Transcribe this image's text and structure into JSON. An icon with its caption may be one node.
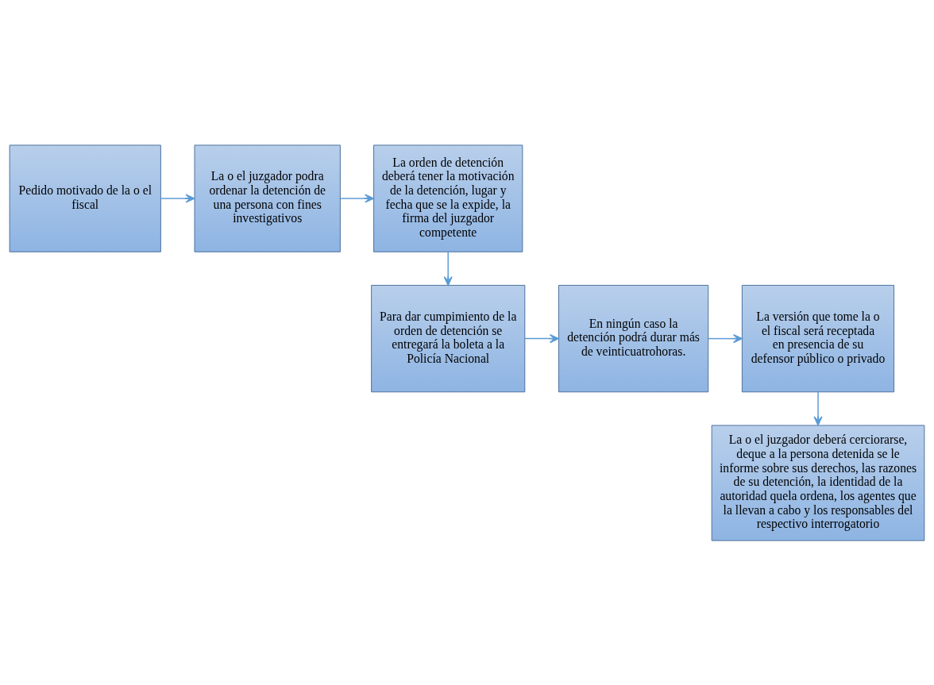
{
  "diagram": {
    "nodes": [
      {
        "text": [
          "Pedido motivado de la o el fiscal"
        ]
      },
      {
        "text": [
          "La o el juzgador podra ordenar la detención de una persona con fines investigativos"
        ]
      },
      {
        "text": [
          "La orden de detención deberá tener la motivación de la detención, lugar y fecha que se la expide, la firma del juzgador competente"
        ]
      },
      {
        "text": [
          "Para dar cumpimiento de la orden de detención se entregará la boleta a la Policía Nacional"
        ]
      },
      {
        "text": [
          "En ningún caso la detención podrá durar más de veinticuatrohoras."
        ]
      },
      {
        "text": [
          "La versión que tome la o el fiscal será receptada en presencia de su defensor público o privado"
        ]
      },
      {
        "text": [
          "La o el juzgador deberá cerciorarse, deque a la persona detenida se le informe sobre sus derechos, las razones de su detención, la identidad de la autoridad quela ordena, los agentes que la llevan a cabo y los responsables del respectivo interrogatorio"
        ]
      }
    ],
    "edges": [
      {
        "from": 0,
        "to": 1,
        "arrow": "to"
      },
      {
        "from": 1,
        "to": 2,
        "arrow": "to"
      },
      {
        "from": 2,
        "to": 3,
        "arrow": "to"
      },
      {
        "from": 3,
        "to": 4,
        "arrow": "to"
      },
      {
        "from": 4,
        "to": 5,
        "arrow": "to"
      },
      {
        "from": 5,
        "to": 6,
        "arrow": "to"
      }
    ]
  }
}
